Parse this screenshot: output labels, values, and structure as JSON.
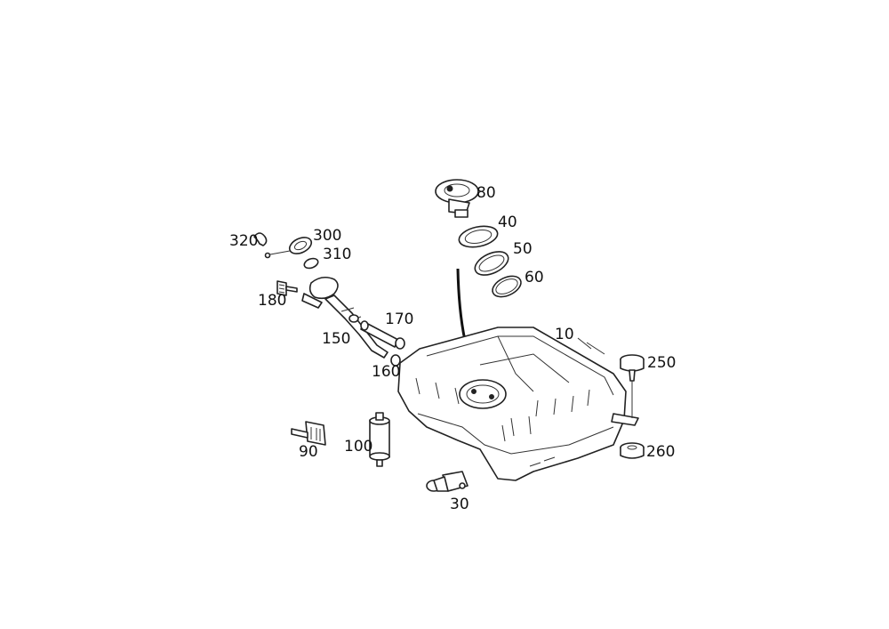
{
  "diagram": {
    "callouts": [
      "80",
      "40",
      "50",
      "60",
      "320",
      "300",
      "310",
      "180",
      "170",
      "150",
      "160",
      "10",
      "250",
      "260",
      "90",
      "100",
      "30"
    ]
  }
}
